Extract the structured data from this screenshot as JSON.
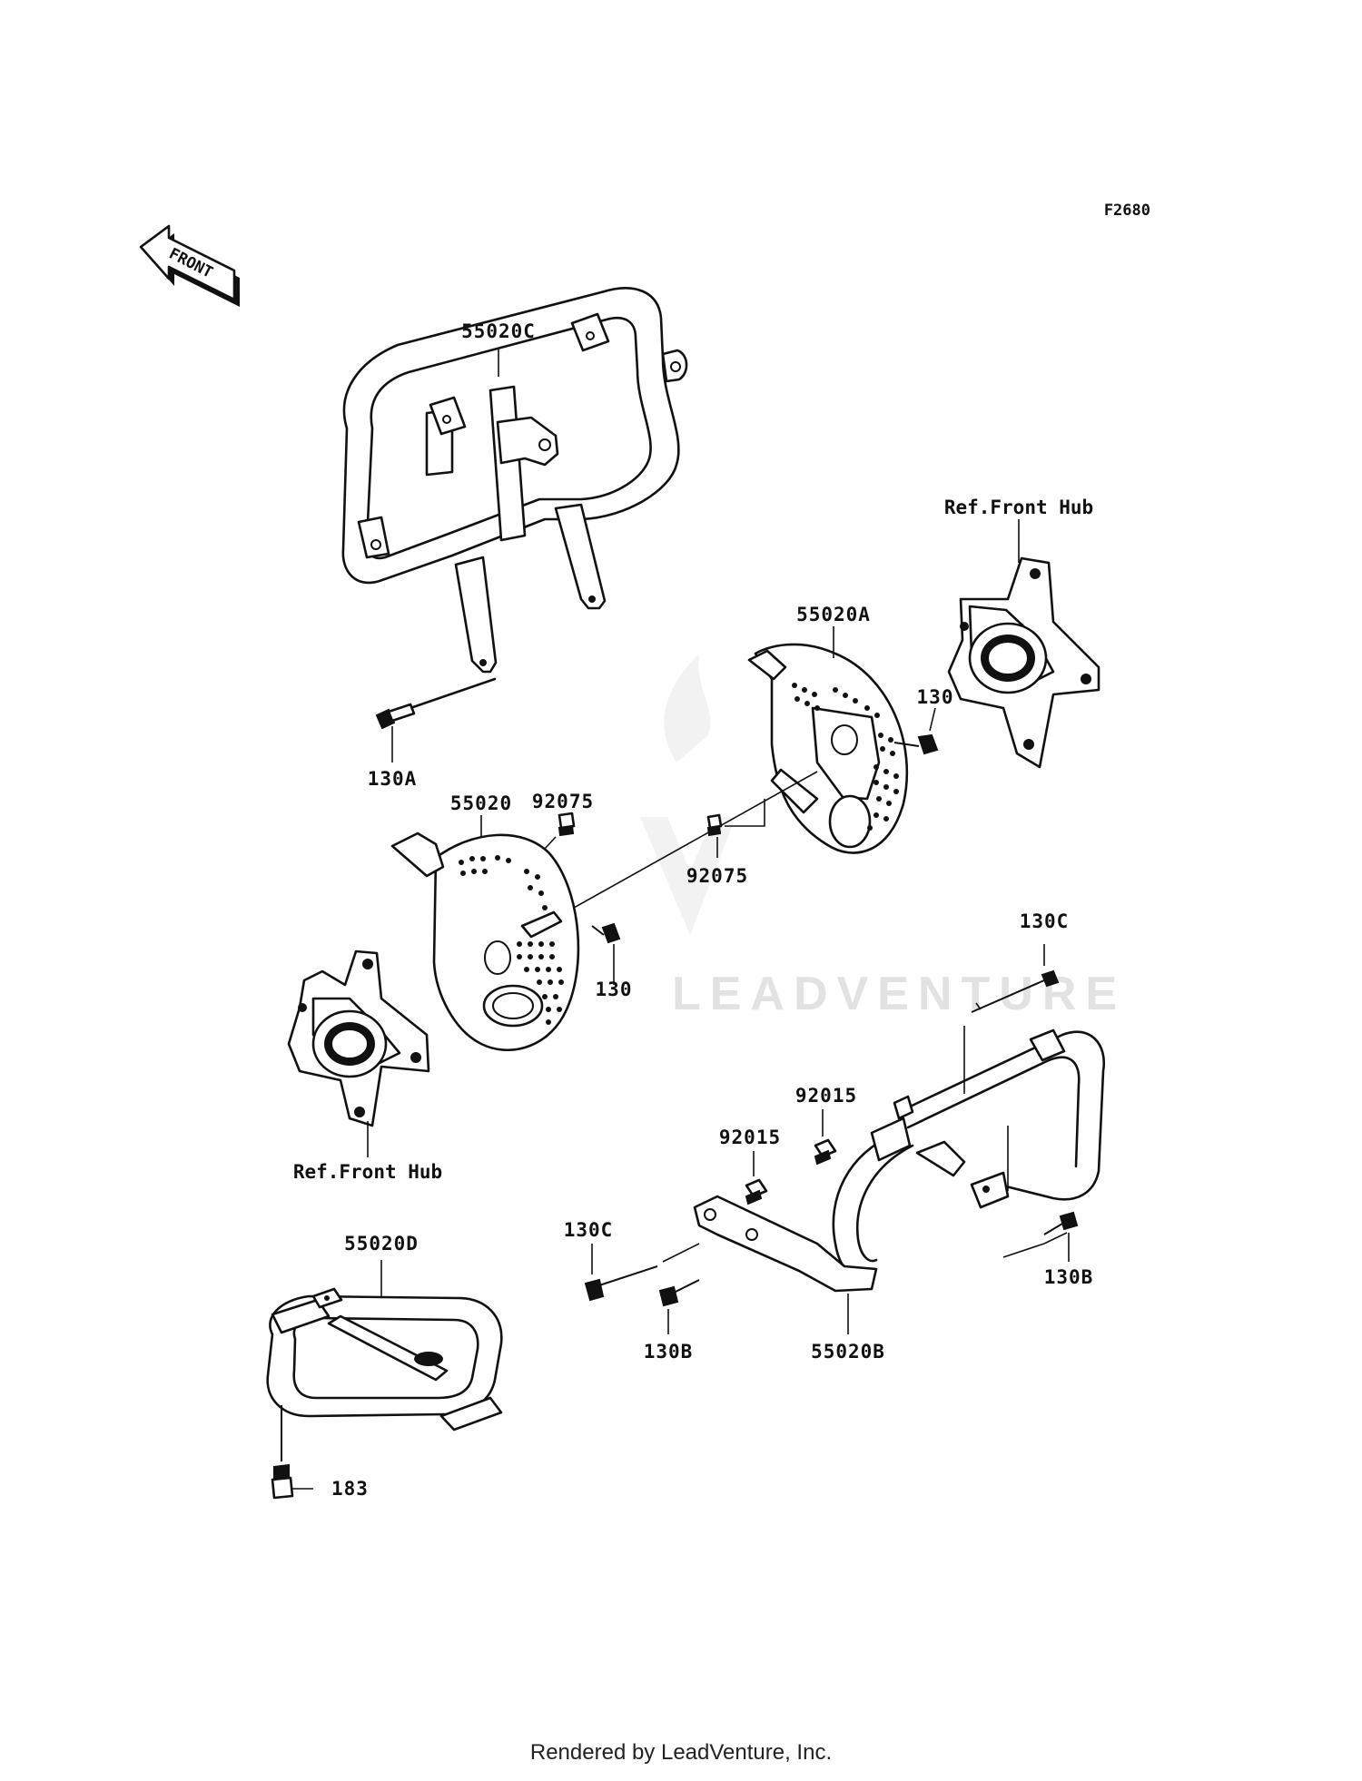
{
  "diagram_code": "F2680",
  "front_arrow_label": "FRONT",
  "watermark": "LEADVENTURE",
  "footer": "Rendered by LeadVenture, Inc.",
  "labels": {
    "p55020C": "55020C",
    "ref_hub_right": "Ref.Front Hub",
    "p55020A": "55020A",
    "p130_right": "130",
    "p130A": "130A",
    "p55020": "55020",
    "p92075_upper": "92075",
    "p92075_lower": "92075",
    "p130_center": "130",
    "p130C_upper": "130C",
    "ref_hub_left": "Ref.Front Hub",
    "p92015_right": "92015",
    "p92015_center": "92015",
    "p55020D": "55020D",
    "p130C_lower": "130C",
    "p130B_right": "130B",
    "p130B_lower": "130B",
    "p55020B": "55020B",
    "p183": "183"
  }
}
